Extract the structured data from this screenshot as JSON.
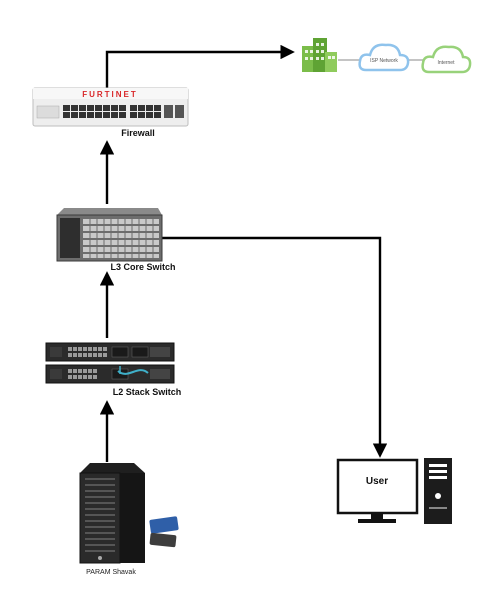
{
  "nodes": {
    "firewall": {
      "label": "Firewall",
      "brand": "FURTINET"
    },
    "core_switch": {
      "label": "L3 Core Switch"
    },
    "stack_switch": {
      "label": "L2 Stack Switch"
    },
    "server": {
      "label": "PARAM Shavak"
    },
    "user": {
      "label": "User"
    },
    "isp": {
      "label": "ISP Network"
    },
    "internet": {
      "label": "Internet"
    }
  },
  "colors": {
    "line": "#000000",
    "firewall_red": "#d9282a",
    "cloud_blue": "#8fc3ec",
    "cloud_green": "#98d27a",
    "building_green": "#7bbd4a",
    "rack_dark": "#2b2b2b"
  }
}
